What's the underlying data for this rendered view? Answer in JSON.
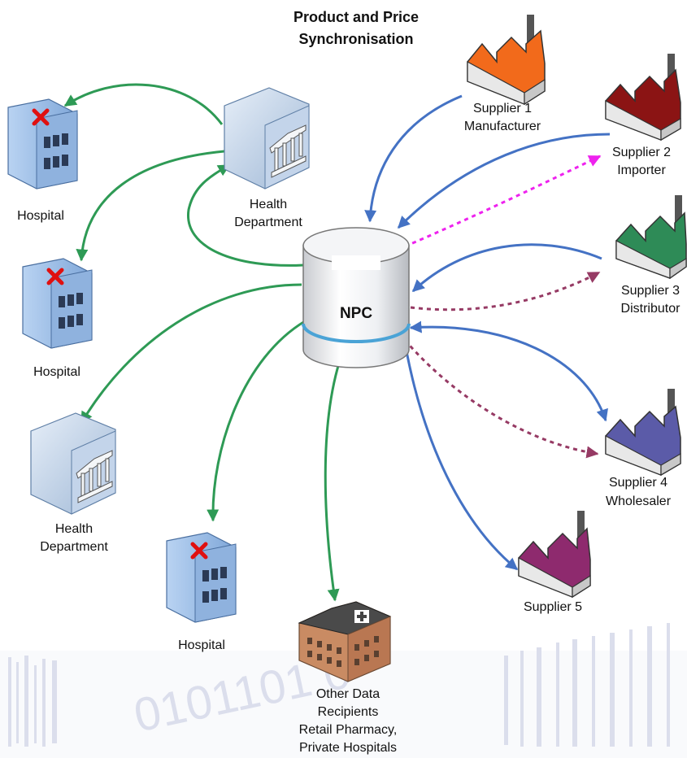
{
  "title": {
    "line1": "Product and Price",
    "line2": "Synchronisation"
  },
  "hub": {
    "label": "NPC"
  },
  "suppliers": [
    {
      "line1": "Supplier 1",
      "line2": "Manufacturer",
      "roof_color": "#f26a1b"
    },
    {
      "line1": "Supplier 2",
      "line2": "Importer",
      "roof_color": "#8b1414"
    },
    {
      "line1": "Supplier 3",
      "line2": "Distributor",
      "roof_color": "#2e8b57"
    },
    {
      "line1": "Supplier 4",
      "line2": "Wholesaler",
      "roof_color": "#5b5ba8"
    },
    {
      "line1": "Supplier 5",
      "line2": "",
      "roof_color": "#8e2a6e"
    }
  ],
  "recipients": {
    "hospital_1": "Hospital",
    "hospital_2": "Hospital",
    "hospital_3": "Hospital",
    "health_dept_1": {
      "line1": "Health",
      "line2": "Department"
    },
    "health_dept_2": {
      "line1": "Health",
      "line2": "Department"
    },
    "other": {
      "line1": "Other Data",
      "line2": "Recipients",
      "line3": "Retail Pharmacy,",
      "line4": "Private Hospitals"
    }
  },
  "colors": {
    "supplier_flow": "#4472c4",
    "recipient_flow": "#2e9a55",
    "importer_feedback": "#ee22ee",
    "distributor_feedback": "#963a64",
    "hospital_cross": "#e01010"
  }
}
